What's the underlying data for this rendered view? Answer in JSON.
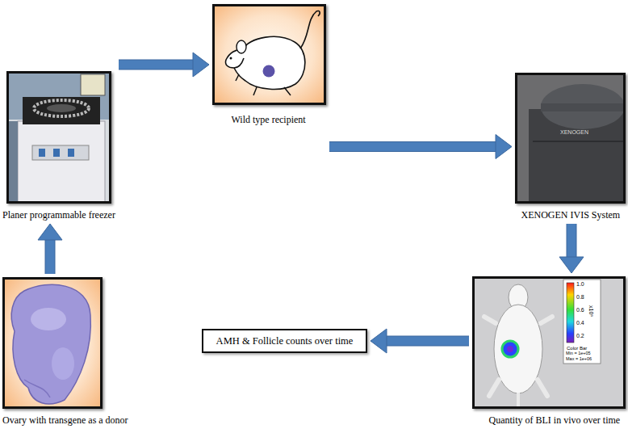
{
  "diagram": {
    "nodes": [
      {
        "text": [
          "Ovary with transgene as a donor"
        ]
      },
      {
        "text": [
          "Planer programmable freezer"
        ]
      },
      {
        "text": [
          "Wild type recipient"
        ]
      },
      {
        "text": [
          "XENOGEN IVIS System"
        ]
      },
      {
        "text": [
          "Quantity of BLI in vivo over time"
        ]
      },
      {
        "text": [
          "AMH & Follicle counts over time"
        ]
      }
    ],
    "edges": [
      {
        "from": 0,
        "to": 1,
        "arrow": "to"
      },
      {
        "from": 1,
        "to": 2,
        "arrow": "to"
      },
      {
        "from": 2,
        "to": 3,
        "arrow": "to"
      },
      {
        "from": 3,
        "to": 4,
        "arrow": "to"
      },
      {
        "from": 4,
        "to": 5,
        "arrow": "to"
      }
    ],
    "labels": [
      "XENOGEN",
      "1.0",
      "0.8",
      "0.6",
      "0.4",
      "0.2",
      "x10⁶",
      "Color Bar",
      "Min = 1e+05",
      "Max = 1e+06"
    ]
  }
}
